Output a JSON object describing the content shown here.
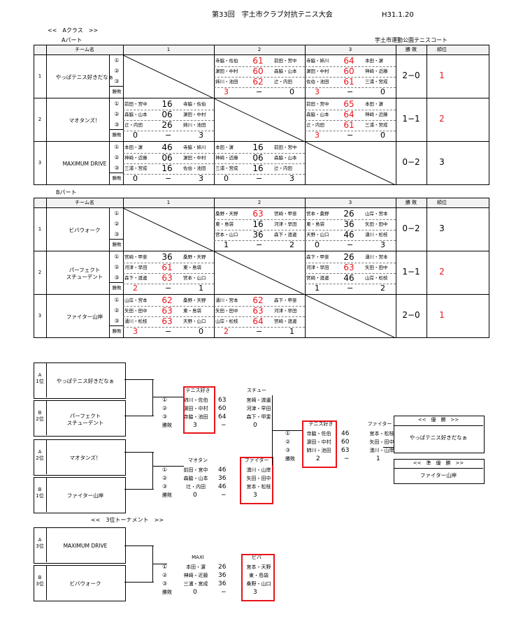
{
  "header": {
    "title": "第33回　宇土市クラブ対抗テニス大会",
    "date": "H31.1.20",
    "venue": "宇土市運動公園テニスコート"
  },
  "a_class_label": "<<　Aクラス　>>",
  "part_a_label": "Aパート",
  "part_b_label": "Bパート",
  "table_head": {
    "team": "チーム名",
    "c1": "1",
    "c2": "2",
    "c3": "3",
    "wins": "勝 敗",
    "rank": "順位"
  },
  "row_labels": [
    "①",
    "②",
    "③",
    "勝敗"
  ],
  "part_a": [
    {
      "no": "1",
      "team": "やっぱテニス好きだなぁ",
      "record": "2−0",
      "rank": "1",
      "m2": {
        "rows": [
          [
            "寺脇・佐伯",
            "61",
            "前田・宮中"
          ],
          [
            "濵田・中村",
            "60",
            "森脇・山本"
          ],
          [
            "姉川・池田",
            "62",
            "辻・内田"
          ]
        ],
        "tally": [
          "3",
          "−",
          "0"
        ]
      },
      "m3": {
        "rows": [
          [
            "寺脇・姉川",
            "64",
            "本田・濵"
          ],
          [
            "濵田・中村",
            "60",
            "神崎・近藤"
          ],
          [
            "佐伯・池田",
            "61",
            "三浦・宮成"
          ]
        ],
        "tally": [
          "3",
          "−",
          "0"
        ]
      }
    },
    {
      "no": "2",
      "team": "マオタンズ！",
      "record": "1−1",
      "rank": "2",
      "m1": {
        "rows": [
          [
            "前田・宮中",
            "16",
            "寺脇・佐伯"
          ],
          [
            "森脇・山本",
            "06",
            "濵田・中村"
          ],
          [
            "辻・内田",
            "26",
            "姉川・池田"
          ]
        ],
        "tally": [
          "0",
          "−",
          "3"
        ]
      },
      "m3": {
        "rows": [
          [
            "前田・宮中",
            "65",
            "本田・濵"
          ],
          [
            "森脇・山本",
            "64",
            "神崎・近藤"
          ],
          [
            "辻・内田",
            "61",
            "三浦・宮成"
          ]
        ],
        "tally": [
          "3",
          "−",
          "0"
        ]
      }
    },
    {
      "no": "3",
      "team": "MAXIMUM DRIVE",
      "record": "0−2",
      "rank": "3",
      "m1": {
        "rows": [
          [
            "本田・濵",
            "46",
            "寺脇・姉川"
          ],
          [
            "神崎・近藤",
            "06",
            "濵田・中村"
          ],
          [
            "三浦・宮成",
            "16",
            "佐伯・池田"
          ]
        ],
        "tally": [
          "0",
          "−",
          "3"
        ]
      },
      "m2": {
        "rows": [
          [
            "本田・濵",
            "16",
            "前田・宮中"
          ],
          [
            "神崎・近藤",
            "06",
            "森脇・山本"
          ],
          [
            "三浦・宮成",
            "16",
            "辻・内田"
          ]
        ],
        "tally": [
          "0",
          "−",
          "3"
        ]
      }
    }
  ],
  "part_b": [
    {
      "no": "1",
      "team": "ビバウォーク",
      "record": "0−2",
      "rank": "3",
      "m2": {
        "rows": [
          [
            "桑野・天野",
            "63",
            "宮崎・甲斐"
          ],
          [
            "東・島袋",
            "16",
            "河津・早田"
          ],
          [
            "宮本・山口",
            "36",
            "森下・渡邊"
          ]
        ],
        "tally": [
          "1",
          "−",
          "2"
        ]
      },
      "m3": {
        "rows": [
          [
            "宮本・桑野",
            "26",
            "山岸・宮本"
          ],
          [
            "東・島袋",
            "36",
            "矢田・田中"
          ],
          [
            "天野・山口",
            "46",
            "湧川・松枝"
          ]
        ],
        "tally": [
          "0",
          "−",
          "3"
        ]
      }
    },
    {
      "no": "2",
      "team": "パーフェクト\nスチューデント",
      "record": "1−1",
      "rank": "2",
      "m1": {
        "rows": [
          [
            "宮崎・甲斐",
            "36",
            "桑野・天野"
          ],
          [
            "河津・早田",
            "61",
            "東・島袋"
          ],
          [
            "森下・渡邊",
            "63",
            "宮本・山口"
          ]
        ],
        "tally": [
          "2",
          "−",
          "1"
        ]
      },
      "m3": {
        "rows": [
          [
            "森下・甲斐",
            "26",
            "湧川・宮本"
          ],
          [
            "河津・早田",
            "63",
            "矢田・田中"
          ],
          [
            "宮崎・渡邊",
            "46",
            "山岸・松枝"
          ]
        ],
        "tally": [
          "1",
          "−",
          "2"
        ]
      }
    },
    {
      "no": "3",
      "team": "ファイター山岸",
      "record": "2−0",
      "rank": "1",
      "m1": {
        "rows": [
          [
            "山岸・宮本",
            "62",
            "桑野・天野"
          ],
          [
            "矢田・田中",
            "63",
            "東・島袋"
          ],
          [
            "湧川・松枝",
            "63",
            "天野・山口"
          ]
        ],
        "tally": [
          "3",
          "−",
          "0"
        ]
      },
      "m2": {
        "rows": [
          [
            "湧川・宮本",
            "62",
            "森下・甲斐"
          ],
          [
            "矢田・田中",
            "63",
            "河津・早田"
          ],
          [
            "山岸・松枝",
            "64",
            "宮崎・渡邊"
          ]
        ],
        "tally": [
          "2",
          "−",
          "1"
        ]
      }
    }
  ],
  "bracket": {
    "seeds": [
      {
        "pos": "A\n1位",
        "team": "やっぱテニス好きだなぁ"
      },
      {
        "pos": "B\n2位",
        "team": "パーフェクト\nスチューデント"
      },
      {
        "pos": "A\n2位",
        "team": "マオタンズ！"
      },
      {
        "pos": "B\n1位",
        "team": "ファイター山岸"
      }
    ],
    "semi1": {
      "left_tag": "テニス好き",
      "right_tag": "スチュー",
      "rows": [
        [
          "姉川・佐伯",
          "63",
          "宮崎・渡邊"
        ],
        [
          "濵田・中村",
          "60",
          "河津・早田"
        ],
        [
          "寺脇・池田",
          "64",
          "森下・甲斐"
        ]
      ],
      "tally": [
        "3",
        "−",
        "0"
      ]
    },
    "semi2": {
      "left_tag": "マオタン",
      "right_tag": "ファイター",
      "rows": [
        [
          "前田・宮中",
          "46",
          "湧川・山岸"
        ],
        [
          "森脇・山本",
          "36",
          "矢田・田中"
        ],
        [
          "辻・内田",
          "46",
          "宮本・松枝"
        ]
      ],
      "tally": [
        "0",
        "−",
        "3"
      ]
    },
    "final": {
      "left_tag": "テニス好き",
      "right_tag": "ファイター",
      "rows": [
        [
          "寺脇・佐伯",
          "46",
          "宮本・松枝"
        ],
        [
          "濵田・中村",
          "60",
          "矢田・田中"
        ],
        [
          "姉川・池田",
          "63",
          "湧川・山岸"
        ]
      ],
      "tally": [
        "2",
        "−",
        "1"
      ]
    },
    "winner_label": "<<　優　勝　>>",
    "winner": "やっぱテニス好きだなぁ",
    "runner_label": "<<　準　優　勝　>>",
    "runner": "ファイター山岸"
  },
  "third": {
    "label": "<<　3位トーナメント　>>",
    "seeds": [
      {
        "pos": "A\n3位",
        "team": "MAXIMUM DRIVE"
      },
      {
        "pos": "B\n3位",
        "team": "ビバウォーク"
      }
    ],
    "match": {
      "left_tag": "MAXI",
      "right_tag": "ビバ",
      "rows": [
        [
          "本田・濵",
          "26",
          "宮本・天野"
        ],
        [
          "神崎・近藤",
          "36",
          "東・島袋"
        ],
        [
          "三浦・宮成",
          "36",
          "桑野・山口"
        ]
      ],
      "tally": [
        "0",
        "−",
        "3"
      ]
    }
  },
  "tally_label": "勝敗",
  "colors": {
    "red": "#e8141b",
    "header_bg": "#f2f2f2"
  }
}
